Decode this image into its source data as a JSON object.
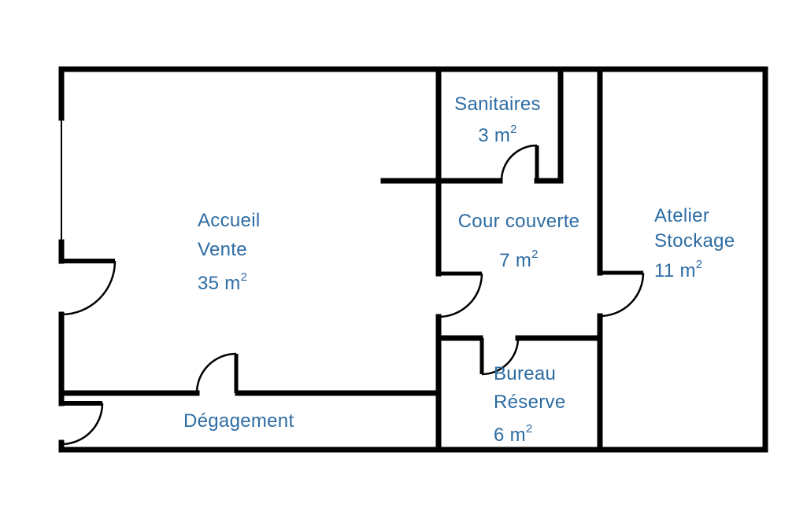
{
  "plan": {
    "wall_color": "#000000",
    "label_color": "#2d6ca3",
    "background": "#ffffff"
  },
  "rooms": [
    {
      "id": "sanitaires",
      "name_lines": [
        "Sanitaires"
      ],
      "area_base": "3 m",
      "area_sup": "2"
    },
    {
      "id": "accueil",
      "name_lines": [
        "Accueil",
        "Vente"
      ],
      "area_base": "35 m",
      "area_sup": "2"
    },
    {
      "id": "cour-couverte",
      "name_lines": [
        "Cour couverte"
      ],
      "area_base": "7 m",
      "area_sup": "2"
    },
    {
      "id": "atelier-stockage",
      "name_lines": [
        "Atelier",
        "Stockage"
      ],
      "area_base": "11 m",
      "area_sup": "2"
    },
    {
      "id": "bureau-reserve",
      "name_lines": [
        "Bureau",
        "Réserve"
      ],
      "area_base": "6 m",
      "area_sup": "2"
    },
    {
      "id": "degagement",
      "name_lines": [
        "Dégagement"
      ]
    }
  ]
}
